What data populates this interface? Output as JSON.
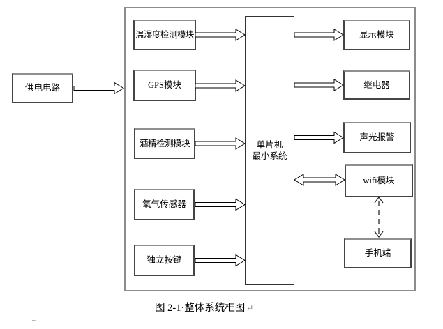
{
  "boxes": {
    "power": "供电电路",
    "left": [
      "温湿度检测模块",
      "GPS模块",
      "酒精检测模块",
      "氧气传感器",
      "独立按键"
    ],
    "center_line1": "单片机",
    "center_line2": "最小系统",
    "right": [
      "显示模块",
      "继电器",
      "声光报警",
      "wifi模块",
      "手机端"
    ]
  },
  "caption": {
    "text": "图 2-1·整体系统框图",
    "return_mark": "↵"
  },
  "stray_return_mark": "↵",
  "colors": {
    "line": "#000000",
    "box_border": "#454545",
    "box_border_top": "#8f8f8f",
    "outer_border": "#8c8c8c",
    "mark_gray": "#808080"
  }
}
